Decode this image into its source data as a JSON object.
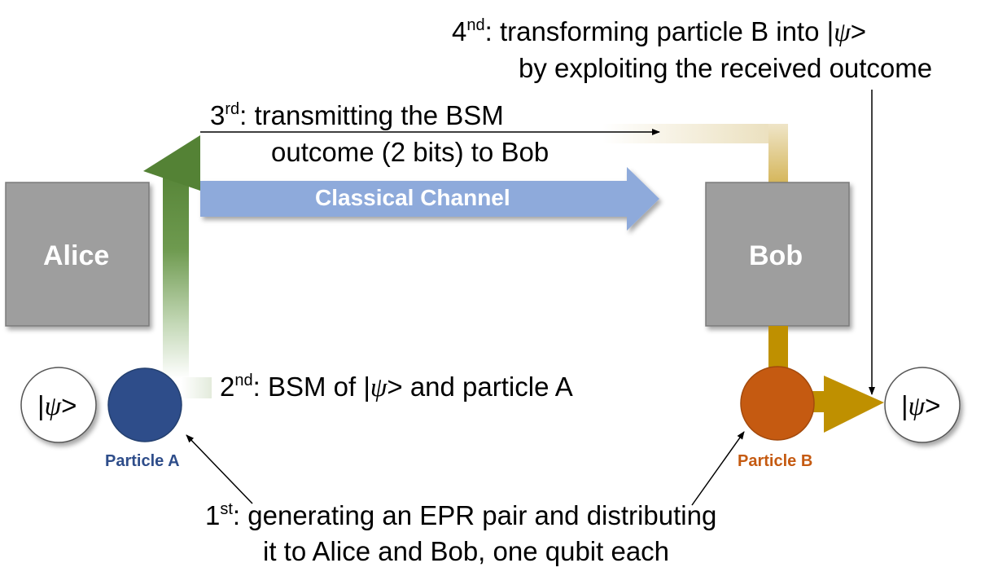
{
  "nodes": {
    "alice": {
      "label": "Alice",
      "color": "#9e9e9e"
    },
    "bob": {
      "label": "Bob",
      "color": "#9e9e9e"
    },
    "channel": {
      "label": "Classical Channel",
      "color": "#8eaadb"
    }
  },
  "particles": {
    "a": {
      "label": "Particle A",
      "color": "#2e4d8a"
    },
    "b": {
      "label": "Particle B",
      "color": "#c55a11"
    }
  },
  "psi": {
    "bar": "|",
    "symbol": "ψ",
    "tail": ">"
  },
  "steps": {
    "first": {
      "ordinal": "1",
      "suffix": "st",
      "line1": ": generating an EPR pair and distributing",
      "line2": "it to Alice and Bob, one qubit each"
    },
    "second": {
      "ordinal": "2",
      "suffix": "nd",
      "text_before": ": BSM of |",
      "text_after": "> and particle A"
    },
    "third": {
      "ordinal": "3",
      "suffix": "rd",
      "line1": ": transmitting the BSM",
      "line2": "outcome (2 bits) to Bob"
    },
    "fourth": {
      "ordinal": "4",
      "suffix": "nd",
      "text_before": ": transforming particle B into |",
      "text_after": ">",
      "line2": "by exploiting the received outcome"
    }
  },
  "colors": {
    "alice_arrow": "#548235",
    "bob_arrow": "#bf9000",
    "bob_feed": "#e6d7a6",
    "leader_lines": "#000000"
  }
}
